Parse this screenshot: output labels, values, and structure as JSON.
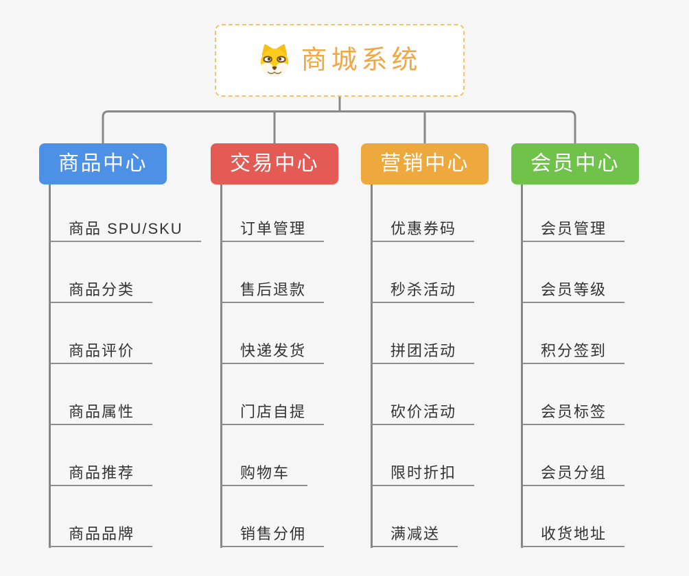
{
  "canvas": {
    "background": "#f6f6f6",
    "line_color": "#888888",
    "underline_color": "#8d8d8d"
  },
  "root": {
    "title": "商城系统",
    "icon": "dog-icon",
    "text_color": "#f0a746",
    "border_color": "#f2c465"
  },
  "branches": [
    {
      "label": "商品中心",
      "color": "#4c91e6",
      "children": [
        "商品 SPU/SKU",
        "商品分类",
        "商品评价",
        "商品属性",
        "商品推荐",
        "商品品牌"
      ]
    },
    {
      "label": "交易中心",
      "color": "#e45b55",
      "children": [
        "订单管理",
        "售后退款",
        "快递发货",
        "门店自提",
        "购物车",
        "销售分佣"
      ]
    },
    {
      "label": "营销中心",
      "color": "#eda93e",
      "children": [
        "优惠券码",
        "秒杀活动",
        "拼团活动",
        "砍价活动",
        "限时折扣",
        "满减送"
      ]
    },
    {
      "label": "会员中心",
      "color": "#6fc24a",
      "children": [
        "会员管理",
        "会员等级",
        "积分签到",
        "会员标签",
        "会员分组",
        "收货地址"
      ]
    }
  ]
}
